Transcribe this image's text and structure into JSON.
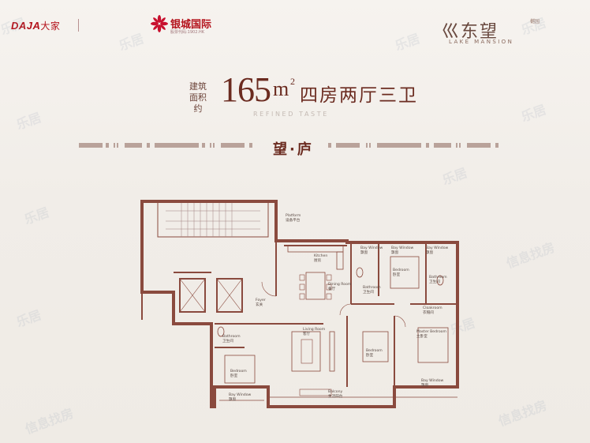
{
  "header": {
    "developer_logo": "DAJA",
    "developer_cn": "大家",
    "partner_name": "银城国际",
    "partner_sub": "股票代码:1902.HK",
    "project_cn": "巛东望",
    "project_tag": "樾园",
    "project_en": "LAKE MANSION"
  },
  "unit": {
    "area_label_line1": "建筑",
    "area_label_line2": "面积约",
    "area_value": "165",
    "area_unit": "m",
    "area_sup": "2",
    "layout": "四房两厅三卫",
    "tagline": "REFINED TASTE",
    "style_name": "望·庐"
  },
  "rooms": {
    "platform_en": "Platform",
    "platform_cn": "设备平台",
    "kitchen_en": "Kitchen",
    "kitchen_cn": "厨房",
    "dining_en": "Dining Room",
    "dining_cn": "餐厅",
    "foyer_en": "Foyer",
    "foyer_cn": "玄关",
    "living_en": "Living Room",
    "living_cn": "客厅",
    "bathroom_en": "Bathroom",
    "bathroom_cn": "卫生间",
    "bedroom_en": "Bedroom",
    "bedroom_cn": "卧室",
    "master_en": "Master Bedroom",
    "master_cn": "主卧室",
    "cloakroom_en": "Cloakroom",
    "cloakroom_cn": "衣帽间",
    "bay_en": "Bay Window",
    "bay_cn": "飘窗",
    "balcony_en": "Balcony",
    "balcony_cn": "生活阳台"
  },
  "watermark": "乐居",
  "watermark_alt": "信息找房",
  "colors": {
    "brand_red": "#b4121b",
    "title_brown": "#6b2b20",
    "wall": "#8a4a3e"
  }
}
